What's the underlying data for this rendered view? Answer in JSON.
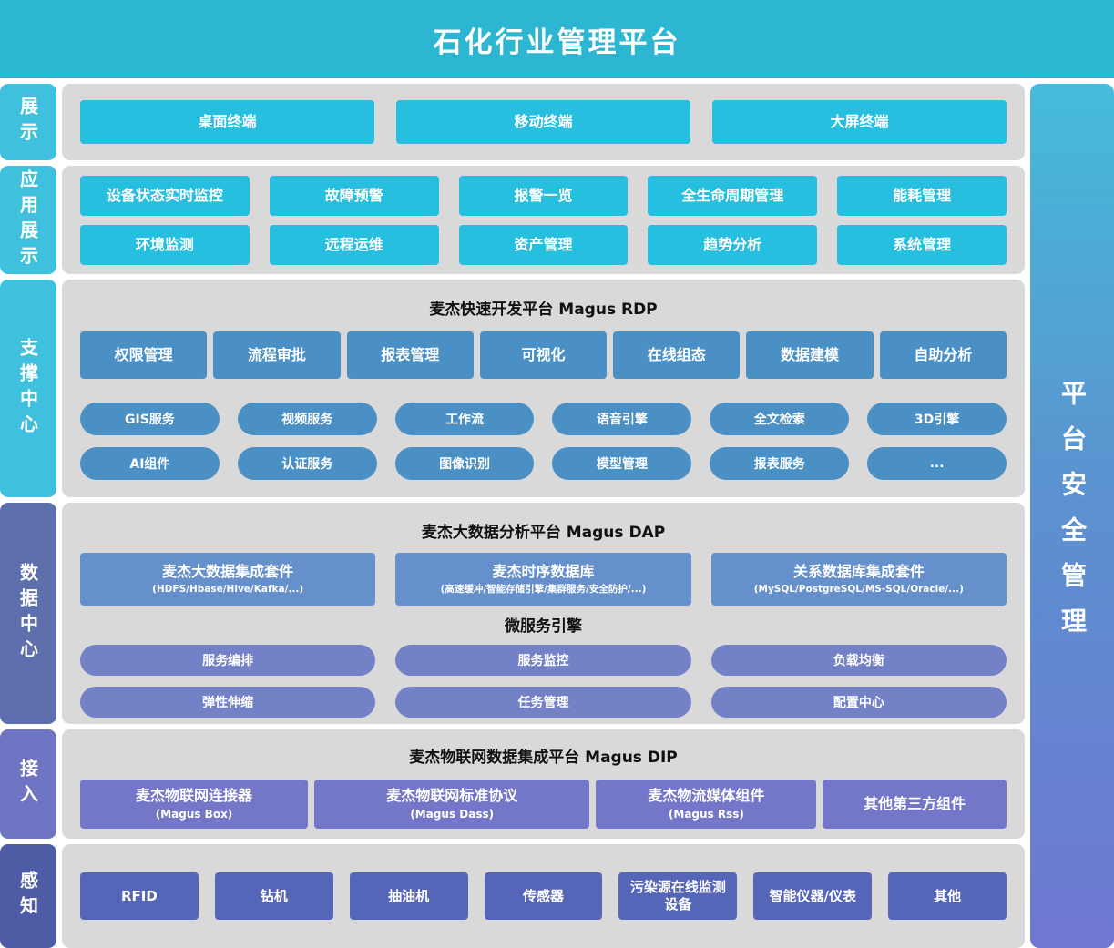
{
  "header": {
    "title": "石化行业管理平台"
  },
  "security_bar": {
    "label": "平台安全管理"
  },
  "display": {
    "label": "展示",
    "buttons": [
      "桌面终端",
      "移动终端",
      "大屏终端"
    ]
  },
  "apps": {
    "label": "应用展示",
    "row1": [
      "设备状态实时监控",
      "故障预警",
      "报警一览",
      "全生命周期管理",
      "能耗管理"
    ],
    "row2": [
      "环境监测",
      "远程运维",
      "资产管理",
      "趋势分析",
      "系统管理"
    ]
  },
  "support": {
    "label": "支撑中心",
    "title": "麦杰快速开发平台 Magus RDP",
    "modules": [
      "权限管理",
      "流程审批",
      "报表管理",
      "可视化",
      "在线组态",
      "数据建模",
      "自助分析"
    ],
    "services_row1": [
      "GIS服务",
      "视频服务",
      "工作流",
      "语音引擎",
      "全文检索",
      "3D引擎"
    ],
    "services_row2": [
      "AI组件",
      "认证服务",
      "图像识别",
      "模型管理",
      "报表服务",
      "..."
    ]
  },
  "data_center": {
    "label": "数据中心",
    "title": "麦杰大数据分析平台 Magus DAP",
    "suites": [
      {
        "label": "麦杰大数据集成套件",
        "sub": "(HDFS/Hbase/Hive/Kafka/...)"
      },
      {
        "label": "麦杰时序数据库",
        "sub": "(高速缓冲/智能存储引擎/集群服务/安全防护/...)"
      },
      {
        "label": "关系数据库集成套件",
        "sub": "(MySQL/PostgreSQL/MS-SQL/Oracle/...)"
      }
    ],
    "microservice_title": "微服务引擎",
    "ms_row1": [
      "服务编排",
      "服务监控",
      "负载均衡"
    ],
    "ms_row2": [
      "弹性伸缩",
      "任务管理",
      "配置中心"
    ]
  },
  "access": {
    "label": "接入",
    "title": "麦杰物联网数据集成平台 Magus DIP",
    "connectors": [
      {
        "label": "麦杰物联网连接器",
        "sub": "(Magus Box)"
      },
      {
        "label": "麦杰物联网标准协议",
        "sub": "(Magus Dass)"
      },
      {
        "label": "麦杰物流媒体组件",
        "sub": "(Magus Rss)"
      },
      {
        "label": "其他第三方组件",
        "sub": ""
      }
    ]
  },
  "sense": {
    "label": "感知",
    "devices": [
      "RFID",
      "钻机",
      "抽油机",
      "传感器",
      "污染源在线监测设备",
      "智能仪器/仪表",
      "其他"
    ]
  },
  "colors": {
    "header_bg": "#2db6d2",
    "cyan_button": "#26bfe0",
    "steel_blue": "#4a90c5",
    "data_blue": "#6590cb",
    "periwinkle": "#7381c7",
    "purple": "#7477c8",
    "indigo": "#5565b7",
    "row_background": "#d9d9d9",
    "security_bar_gradient_top": "#45bcdc",
    "security_bar_gradient_bottom": "#6f77d3"
  }
}
